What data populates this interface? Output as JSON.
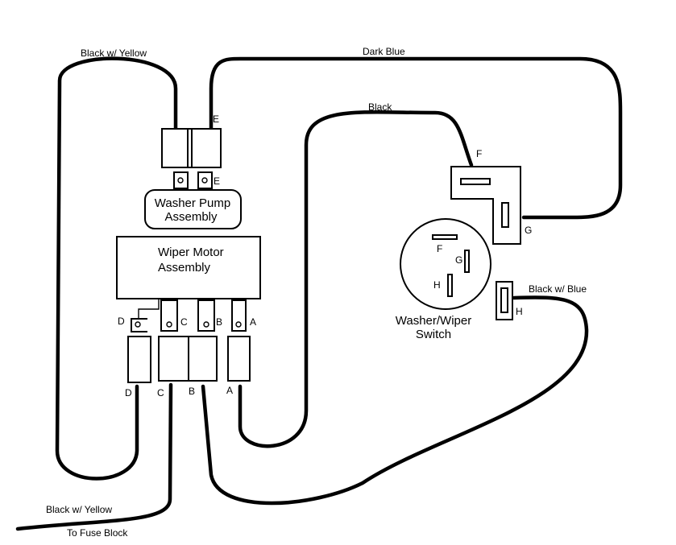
{
  "wires": {
    "black_yellow_top": "Black w/ Yellow",
    "dark_blue": "Dark Blue",
    "black": "Black",
    "black_blue": "Black w/ Blue",
    "black_yellow_bottom": "Black w/ Yellow",
    "to_fuse_block": "To Fuse Block"
  },
  "washer_pump": {
    "name_line1": "Washer Pump",
    "name_line2": "Assembly",
    "terminal_e": "E",
    "connector_e": "E"
  },
  "wiper_motor": {
    "name_line1": "Wiper Motor",
    "name_line2": "Assembly",
    "terminals": [
      "D",
      "C",
      "B",
      "A"
    ],
    "connectors": [
      "D",
      "C",
      "B",
      "A"
    ]
  },
  "switch": {
    "name_line1": "Washer/Wiper",
    "name_line2": "Switch",
    "terminals": [
      "F",
      "G",
      "H"
    ],
    "connector_f": "F",
    "connector_g": "G",
    "connector_h": "H"
  }
}
